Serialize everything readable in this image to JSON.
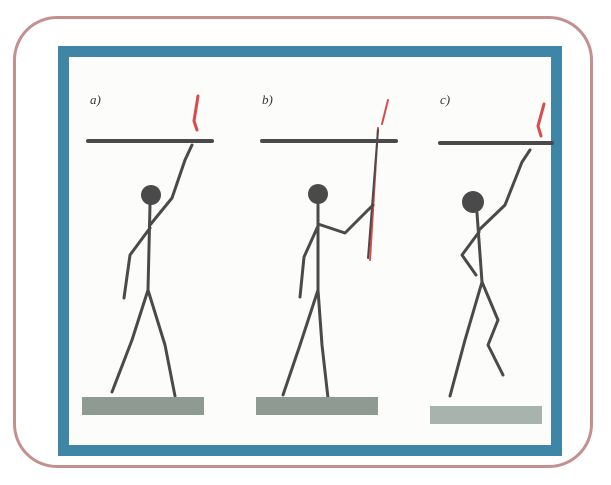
{
  "figure": {
    "panels": [
      {
        "label": "a)",
        "ground_color": "#8f9a92"
      },
      {
        "label": "b)",
        "ground_color": "#8f9a92"
      },
      {
        "label": "c)",
        "ground_color": "#a9b3ad"
      }
    ],
    "colors": {
      "frame_outer": "#c4908e",
      "frame_inner": "#3f86a6",
      "figure_stroke": "#4a4a4a",
      "accent_red": "#d94b4b"
    }
  }
}
